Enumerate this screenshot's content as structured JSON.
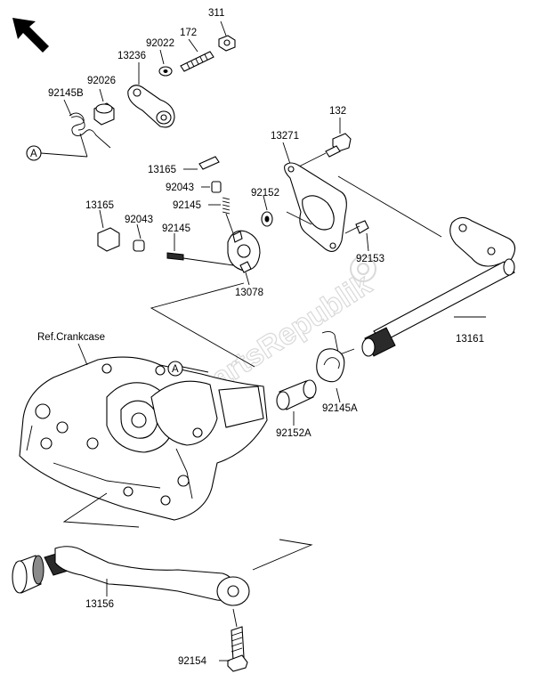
{
  "labels": {
    "p311": "311",
    "p172": "172",
    "p92022": "92022",
    "p13236": "13236",
    "p92026": "92026",
    "p92145B": "92145B",
    "pA1": "A",
    "p132": "132",
    "p13271": "13271",
    "p13165a": "13165",
    "p92043a": "92043",
    "p92152": "92152",
    "p92145a": "92145",
    "p13165b": "13165",
    "p92043b": "92043",
    "p92145b": "92145",
    "p92153": "92153",
    "p13078": "13078",
    "p13161": "13161",
    "crankcase": "Ref.Crankcase",
    "pA2": "A",
    "p92145A": "92145A",
    "p92152A": "92152A",
    "p13156": "13156",
    "p92154": "92154"
  },
  "watermark": "PartsRepublik",
  "icons": {
    "direction_arrow": "arrow-up-left-icon",
    "watermark_logo": "gear-logo-icon"
  }
}
